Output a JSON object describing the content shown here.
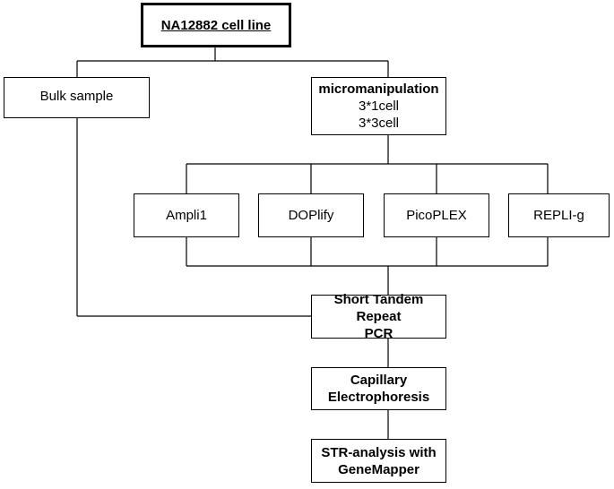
{
  "nodes": {
    "cell_line": "NA12882 cell line",
    "bulk": "Bulk sample",
    "micro": {
      "title": "micromanipulation",
      "line1": "3*1cell",
      "line2": "3*3cell"
    },
    "ampli1": "Ampli1",
    "doplify": "DOPlify",
    "picoplex": "PicoPLEX",
    "repli": "REPLI-g",
    "str_pcr": {
      "line1": "Short Tandem Repeat",
      "line2": "PCR"
    },
    "ce": {
      "line1": "Capillary",
      "line2": "Electrophoresis"
    },
    "str_analysis": {
      "line1": "STR-analysis with",
      "line2": "GeneMapper"
    }
  }
}
